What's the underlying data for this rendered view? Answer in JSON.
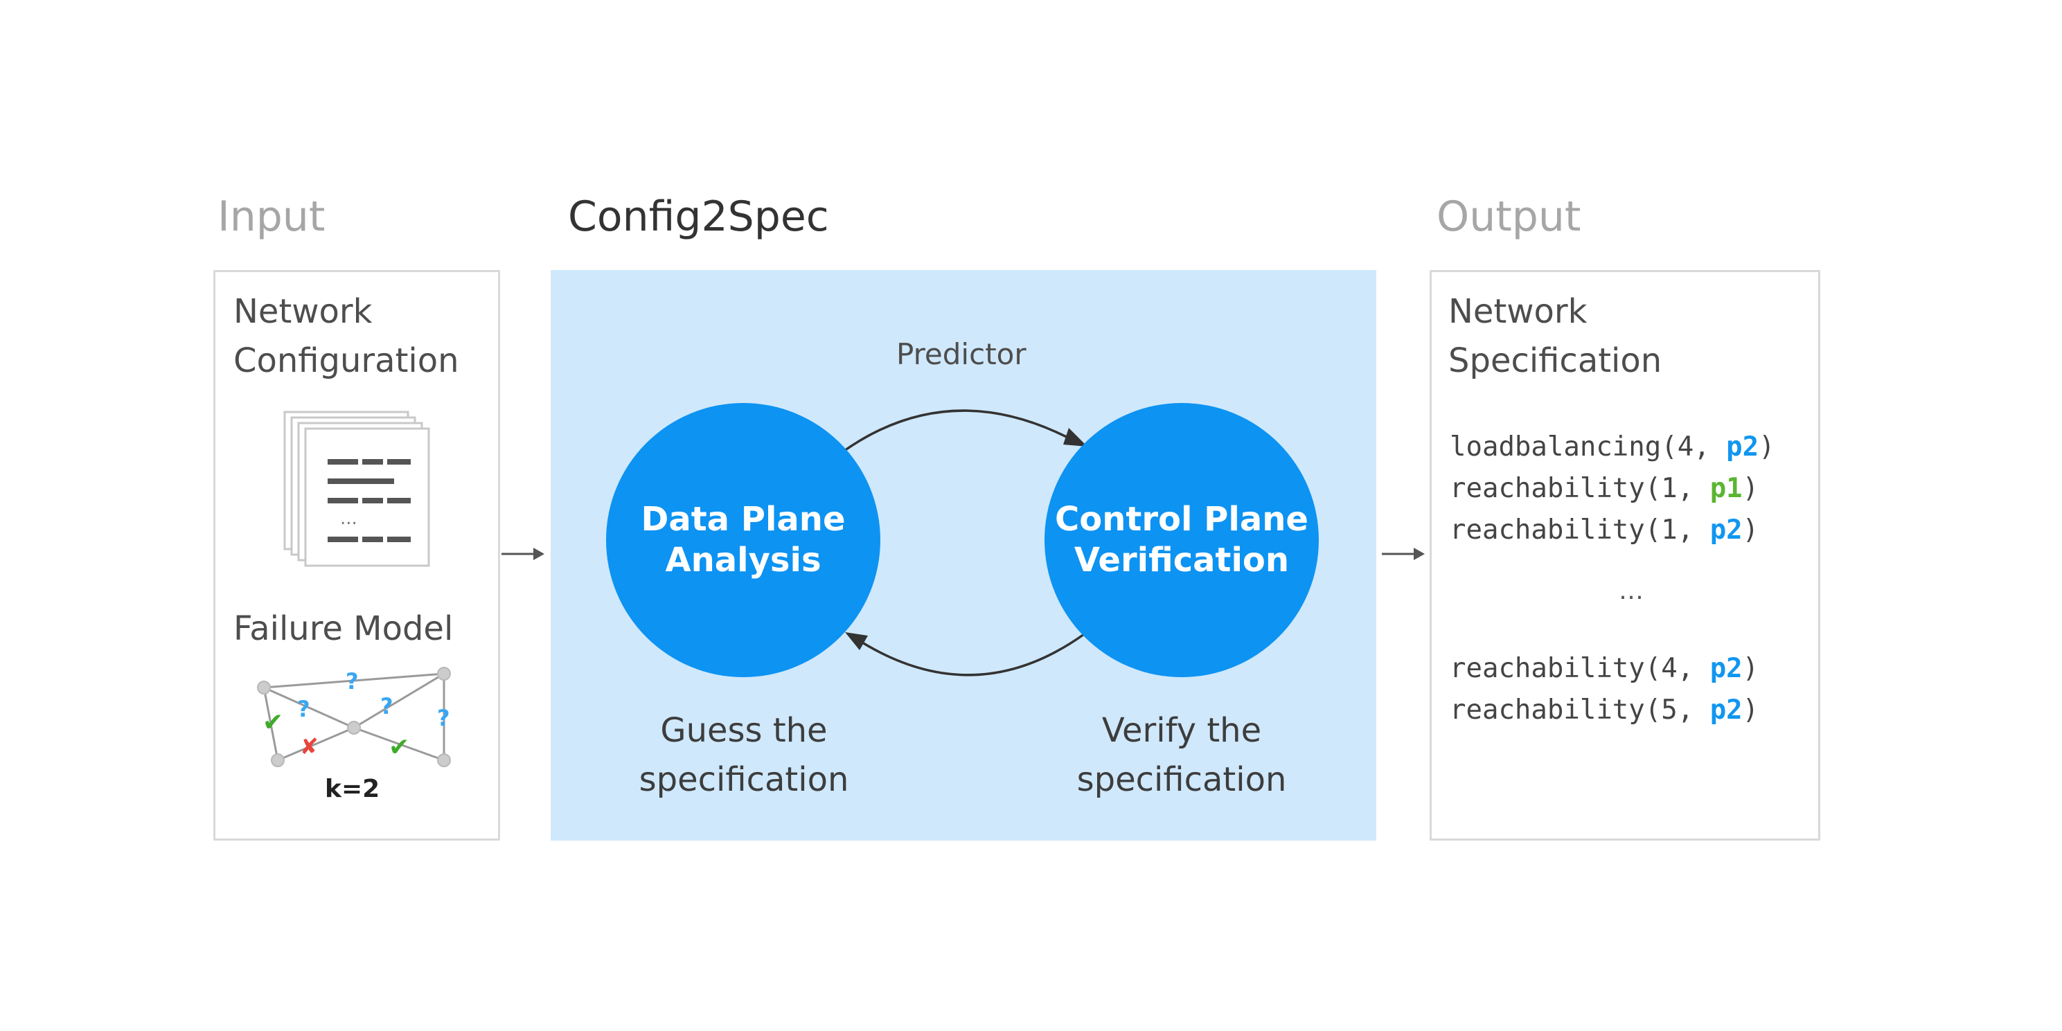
{
  "colors": {
    "process_fill": "#cfe8fc",
    "circle_fill": "#0d93f2",
    "p2": "#1196f0",
    "p1": "#5bb532",
    "failure_ok": "#3eab2a",
    "failure_fail": "#e8453c",
    "failure_unknown": "#3aa6f2"
  },
  "sections": {
    "input": "Input",
    "process": "Config2Spec",
    "output": "Output"
  },
  "input": {
    "heading_line1": "Network",
    "heading_line2": "Configuration",
    "config_icon": "document-stack-icon",
    "config_ellipsis": "...",
    "failure_heading": "Failure Model",
    "failure_icon": "network-graph-icon",
    "failure_marks": {
      "unknown": "?",
      "ok": "✔",
      "fail": "✘"
    },
    "k_label": "k=2"
  },
  "process": {
    "predictor_label": "Predictor",
    "left_circle": {
      "line1": "Data Plane",
      "line2": "Analysis"
    },
    "right_circle": {
      "line1": "Control Plane",
      "line2": "Verification"
    },
    "left_caption": {
      "line1": "Guess the",
      "line2": "specification"
    },
    "right_caption": {
      "line1": "Verify the",
      "line2": "specification"
    }
  },
  "output": {
    "heading_line1": "Network",
    "heading_line2": "Specification",
    "ellipsis": "…",
    "specs": [
      {
        "prefix": "loadbalancing(4, ",
        "param": "p2",
        "suffix": ")",
        "param_color": "#1196f0"
      },
      {
        "prefix": "reachability(1, ",
        "param": "p1",
        "suffix": ")",
        "param_color": "#5bb532"
      },
      {
        "prefix": "reachability(1, ",
        "param": "p2",
        "suffix": ")",
        "param_color": "#1196f0"
      },
      {
        "prefix": "reachability(4, ",
        "param": "p2",
        "suffix": ")",
        "param_color": "#1196f0"
      },
      {
        "prefix": "reachability(5, ",
        "param": "p2",
        "suffix": ")",
        "param_color": "#1196f0"
      }
    ]
  }
}
